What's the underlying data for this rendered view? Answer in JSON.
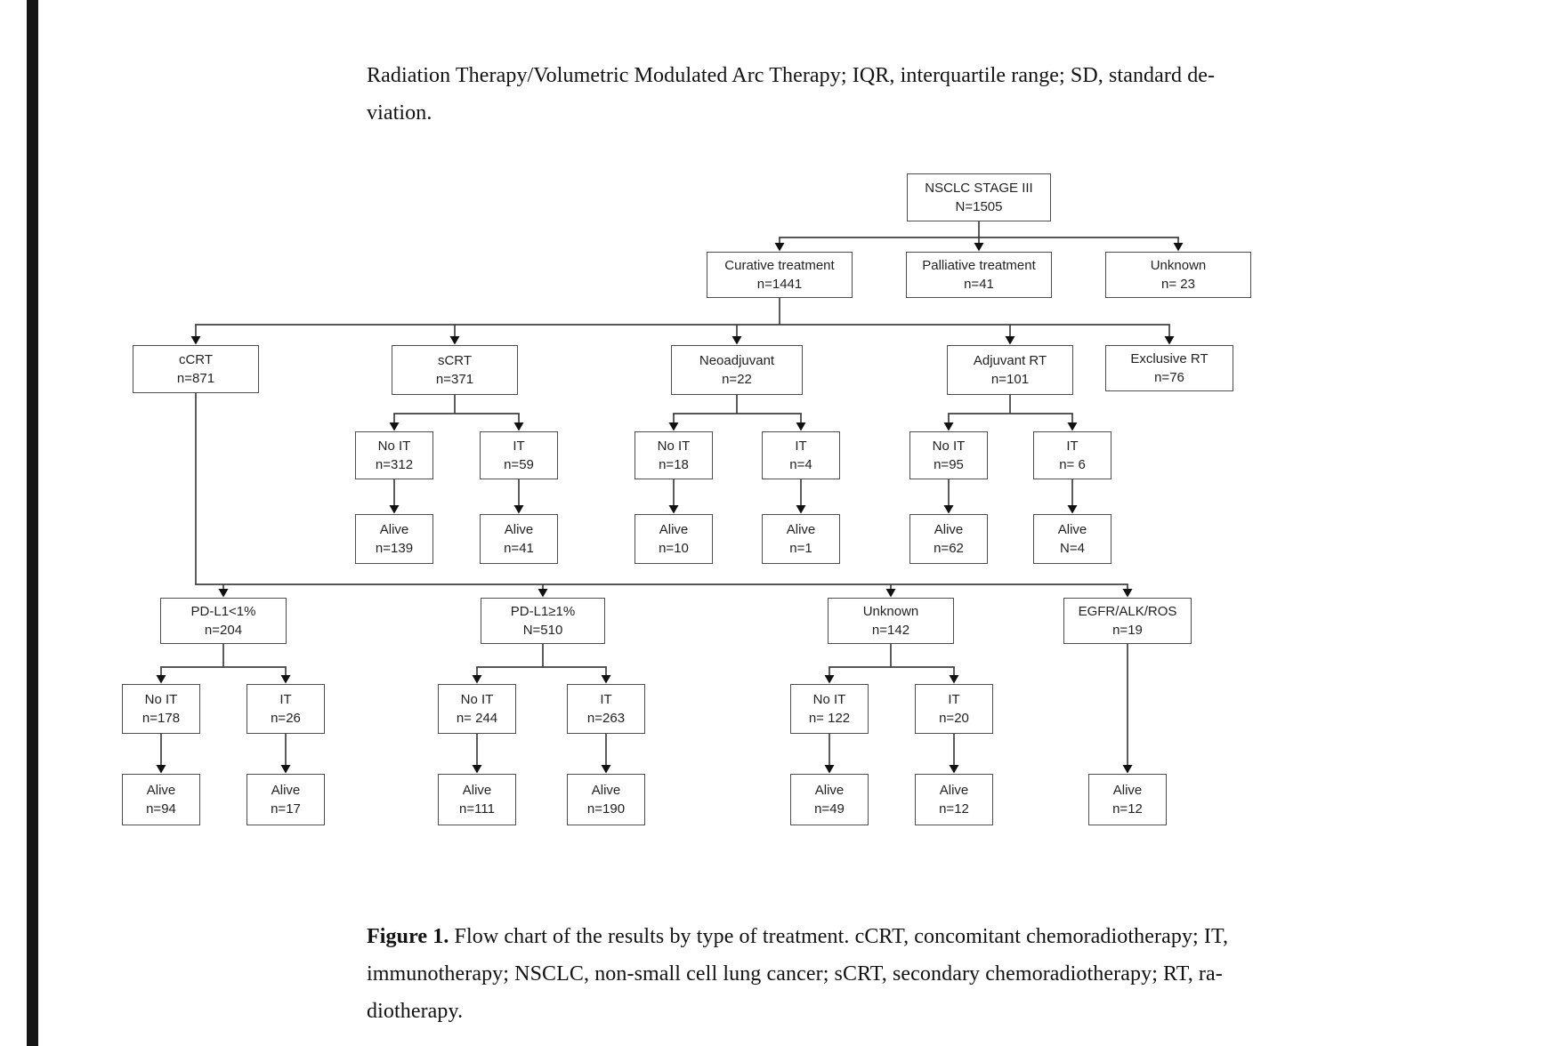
{
  "header": {
    "line1": "Radiation Therapy/Volumetric Modulated Arc Therapy; IQR, interquartile range; SD, standard de-",
    "line2": "viation."
  },
  "figure_caption": {
    "label": "Figure 1.",
    "line1_rest": " Flow chart of the results by type of treatment. cCRT, concomitant chemoradiotherapy; IT,",
    "line2": "immunotherapy; NSCLC, non-small cell lung cancer; sCRT, secondary chemoradiotherapy; RT, ra-",
    "line3": "diotherapy."
  },
  "flowchart": {
    "nodes": [
      {
        "id": "root",
        "line1": "NSCLC STAGE III",
        "line2": "N=1505",
        "parent": null
      },
      {
        "id": "curative",
        "line1": "Curative treatment",
        "line2": "n=1441",
        "parent": "root"
      },
      {
        "id": "palliative",
        "line1": "Palliative treatment",
        "line2": "n=41",
        "parent": "root"
      },
      {
        "id": "unknown_top",
        "line1": "Unknown",
        "line2": "n= 23",
        "parent": "root"
      },
      {
        "id": "ccrt",
        "line1": "cCRT",
        "line2": "n=871",
        "parent": "curative"
      },
      {
        "id": "scrt",
        "line1": "sCRT",
        "line2": "n=371",
        "parent": "curative"
      },
      {
        "id": "neoadjuvant",
        "line1": "Neoadjuvant",
        "line2": "n=22",
        "parent": "curative"
      },
      {
        "id": "adjuvant_rt",
        "line1": "Adjuvant RT",
        "line2": "n=101",
        "parent": "curative"
      },
      {
        "id": "exclusive_rt",
        "line1": "Exclusive RT",
        "line2": "n=76",
        "parent": "curative"
      },
      {
        "id": "scrt_noit",
        "line1": "No IT",
        "line2": "n=312",
        "parent": "scrt"
      },
      {
        "id": "scrt_it",
        "line1": "IT",
        "line2": "n=59",
        "parent": "scrt"
      },
      {
        "id": "neo_noit",
        "line1": "No IT",
        "line2": "n=18",
        "parent": "neoadjuvant"
      },
      {
        "id": "neo_it",
        "line1": "IT",
        "line2": "n=4",
        "parent": "neoadjuvant"
      },
      {
        "id": "adj_noit",
        "line1": "No IT",
        "line2": "n=95",
        "parent": "adjuvant_rt"
      },
      {
        "id": "adj_it",
        "line1": "IT",
        "line2": "n= 6",
        "parent": "adjuvant_rt"
      },
      {
        "id": "scrt_noit_alive",
        "line1": "Alive",
        "line2": "n=139",
        "parent": "scrt_noit"
      },
      {
        "id": "scrt_it_alive",
        "line1": "Alive",
        "line2": "n=41",
        "parent": "scrt_it"
      },
      {
        "id": "neo_noit_alive",
        "line1": "Alive",
        "line2": "n=10",
        "parent": "neo_noit"
      },
      {
        "id": "neo_it_alive",
        "line1": "Alive",
        "line2": "n=1",
        "parent": "neo_it"
      },
      {
        "id": "adj_noit_alive",
        "line1": "Alive",
        "line2": "n=62",
        "parent": "adj_noit"
      },
      {
        "id": "adj_it_alive",
        "line1": "Alive",
        "line2": "N=4",
        "parent": "adj_it"
      },
      {
        "id": "pdl1_low",
        "line1": "PD-L1<1%",
        "line2": "n=204",
        "parent": "ccrt"
      },
      {
        "id": "pdl1_high",
        "line1": "PD-L1≥1%",
        "line2": "N=510",
        "parent": "ccrt"
      },
      {
        "id": "pdl1_unknown",
        "line1": "Unknown",
        "line2": "n=142",
        "parent": "ccrt"
      },
      {
        "id": "egfr",
        "line1": "EGFR/ALK/ROS",
        "line2": "n=19",
        "parent": "ccrt"
      },
      {
        "id": "pdlow_noit",
        "line1": "No IT",
        "line2": "n=178",
        "parent": "pdl1_low"
      },
      {
        "id": "pdlow_it",
        "line1": "IT",
        "line2": "n=26",
        "parent": "pdl1_low"
      },
      {
        "id": "pdhigh_noit",
        "line1": "No IT",
        "line2": "n= 244",
        "parent": "pdl1_high"
      },
      {
        "id": "pdhigh_it",
        "line1": "IT",
        "line2": "n=263",
        "parent": "pdl1_high"
      },
      {
        "id": "pdunk_noit",
        "line1": "No IT",
        "line2": "n= 122",
        "parent": "pdl1_unknown"
      },
      {
        "id": "pdunk_it",
        "line1": "IT",
        "line2": "n=20",
        "parent": "pdl1_unknown"
      },
      {
        "id": "pdlow_noit_alive",
        "line1": "Alive",
        "line2": "n=94",
        "parent": "pdlow_noit"
      },
      {
        "id": "pdlow_it_alive",
        "line1": "Alive",
        "line2": "n=17",
        "parent": "pdlow_it"
      },
      {
        "id": "pdhigh_noit_alive",
        "line1": "Alive",
        "line2": "n=111",
        "parent": "pdhigh_noit"
      },
      {
        "id": "pdhigh_it_alive",
        "line1": "Alive",
        "line2": "n=190",
        "parent": "pdhigh_it"
      },
      {
        "id": "pdunk_noit_alive",
        "line1": "Alive",
        "line2": "n=49",
        "parent": "pdunk_noit"
      },
      {
        "id": "pdunk_it_alive",
        "line1": "Alive",
        "line2": "n=12",
        "parent": "pdunk_it"
      },
      {
        "id": "egfr_alive",
        "line1": "Alive",
        "line2": "n=12",
        "parent": "egfr"
      }
    ]
  }
}
